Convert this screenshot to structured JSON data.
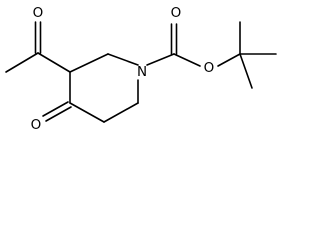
{
  "molecule": {
    "atom_labels": {
      "acetyl_oxygen": "O",
      "ketone_oxygen": "O",
      "ring_nitrogen": "N",
      "carbonyl_oxygen": "O",
      "ester_oxygen": "O"
    },
    "colors": {
      "bond": "#000000",
      "label": "#000000",
      "background": "#ffffff"
    }
  }
}
